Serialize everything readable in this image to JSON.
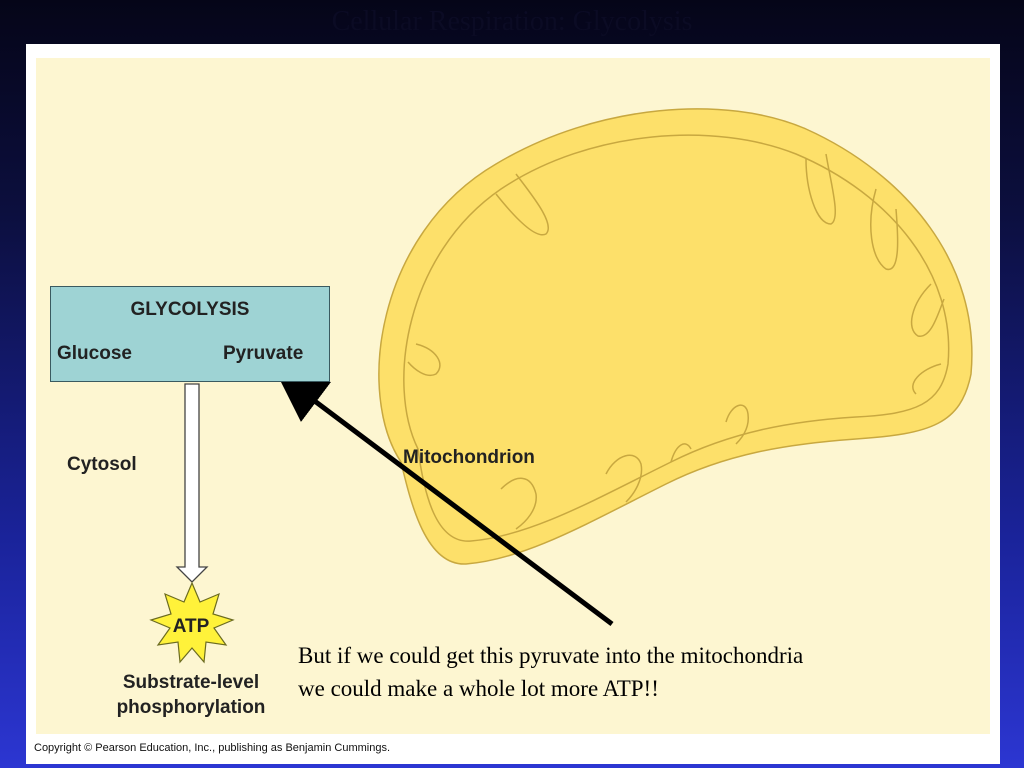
{
  "slide": {
    "title": "Cellular Respiration: Glycolysis"
  },
  "diagram": {
    "glycolysis_title": "GLYCOLYSIS",
    "glucose_label": "Glucose",
    "pyruvate_label": "Pyruvate",
    "cytosol_label": "Cytosol",
    "mitochondrion_label": "Mitochondrion",
    "atp_label": "ATP",
    "substrate_level_label_line1": "Substrate-level",
    "substrate_level_label_line2": "phosphorylation"
  },
  "annotation": {
    "line1": "But if we could get this pyruvate into the mitochondria",
    "line2": "we could make a whole lot more ATP!!"
  },
  "footer": {
    "copyright": "Copyright © Pearson Education, Inc., publishing as Benjamin Cummings."
  },
  "colors": {
    "slide_gradient_top": "#050518",
    "slide_gradient_bottom": "#2c36d2",
    "diagram_background": "#fdf6d1",
    "glycolysis_box": "#9ed3d4",
    "mitochondrion_fill": "#fde06a",
    "atp_burst": "#fff23a"
  }
}
